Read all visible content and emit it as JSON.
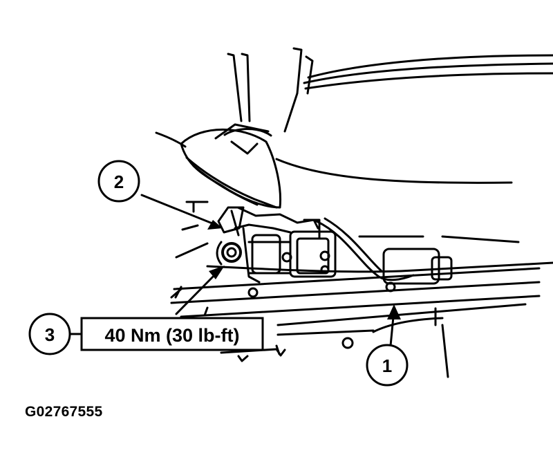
{
  "callouts": [
    {
      "number": "1",
      "label": ""
    },
    {
      "number": "2",
      "label": ""
    },
    {
      "number": "3",
      "label": "40 Nm (30 lb-ft)"
    }
  ],
  "figure_id": "G02767555",
  "colors": {
    "line": "#000000",
    "background": "#ffffff"
  }
}
